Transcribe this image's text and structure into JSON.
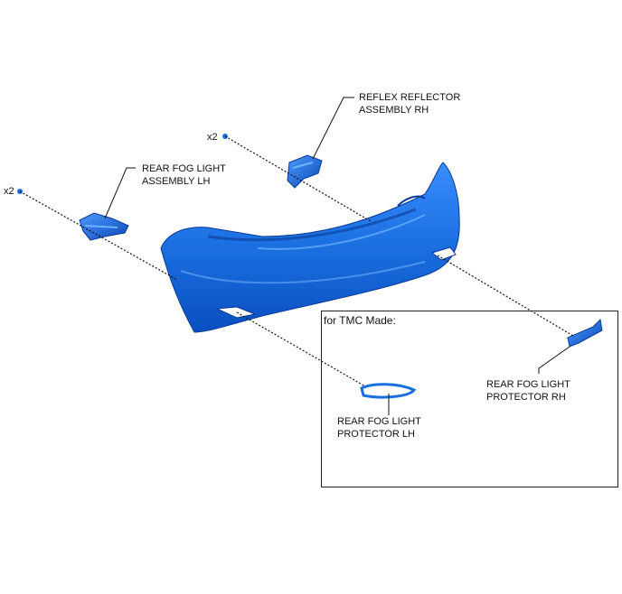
{
  "labels": {
    "reflex_reflector": [
      "REFLEX REFLECTOR",
      "ASSEMBLY RH"
    ],
    "fog_light_lh": [
      "REAR FOG LIGHT",
      "ASSEMBLY LH"
    ],
    "protector_lh": [
      "REAR FOG LIGHT",
      "PROTECTOR LH"
    ],
    "protector_rh": [
      "REAR FOG LIGHT",
      "PROTECTOR RH"
    ],
    "qty_reflector": "x2",
    "qty_fog_lh": "x2"
  },
  "inset": {
    "title": "for TMC Made:"
  },
  "colors": {
    "part_fill": "#1a6fe0",
    "part_shade": "#0b3f9e",
    "part_highlight": "#5fa8ff",
    "line": "#111111"
  }
}
